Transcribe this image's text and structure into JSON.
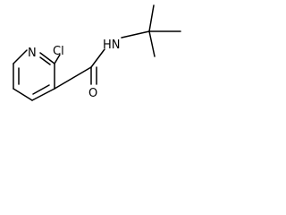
{
  "molecule": {
    "atoms": {
      "nitrogen_ring": "N",
      "chlorine": "Cl",
      "amide_nh": "HN",
      "carbonyl_oxygen": "O"
    },
    "colors": {
      "background": "#ffffff",
      "bond": "#000000",
      "label": "#000000"
    }
  }
}
